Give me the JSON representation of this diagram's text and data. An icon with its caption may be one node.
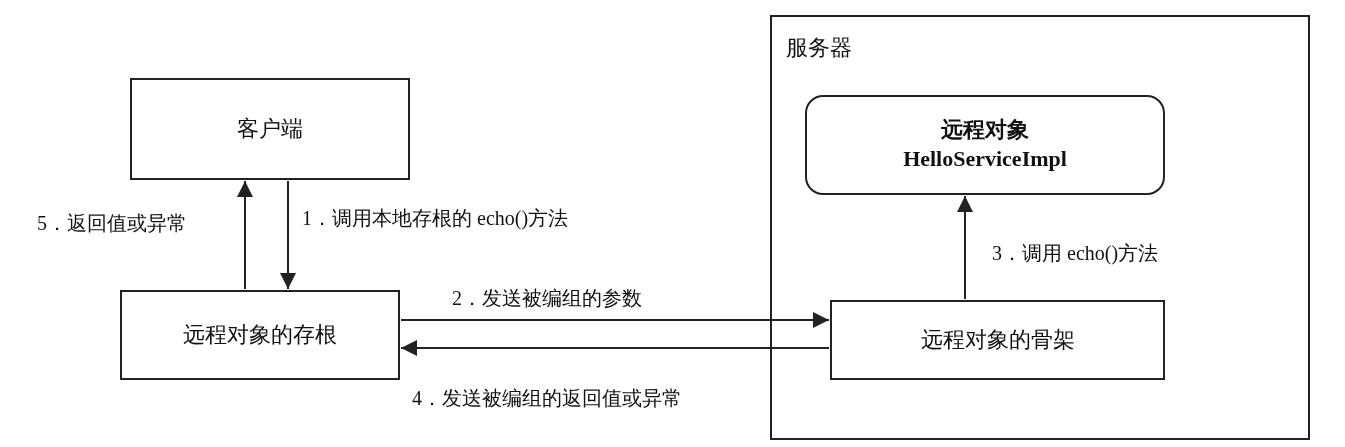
{
  "diagram": {
    "nodes": [
      {
        "text": [
          "客户端"
        ]
      },
      {
        "text": [
          "远程对象的存根"
        ]
      },
      {
        "text": [
          "服务器"
        ]
      },
      {
        "text": [
          "远程对象 HelloServiceImpl"
        ],
        "in": 2
      },
      {
        "text": [
          "远程对象的骨架"
        ],
        "in": 2
      }
    ],
    "edges": [
      {
        "from": 1,
        "to": 0,
        "arrow": "to",
        "label": "5．返回值或异常"
      },
      {
        "from": 0,
        "to": 1,
        "arrow": "to",
        "label": "1．调用本地存根的 echo()方法"
      },
      {
        "from": 1,
        "to": 4,
        "arrow": "to",
        "label": "2．发送被编组的参数"
      },
      {
        "from": 4,
        "to": 1,
        "arrow": "to",
        "label": "4．发送被编组的返回值或异常"
      },
      {
        "from": 4,
        "to": 3,
        "arrow": "to",
        "label": "3．调用 echo()方法"
      }
    ]
  }
}
